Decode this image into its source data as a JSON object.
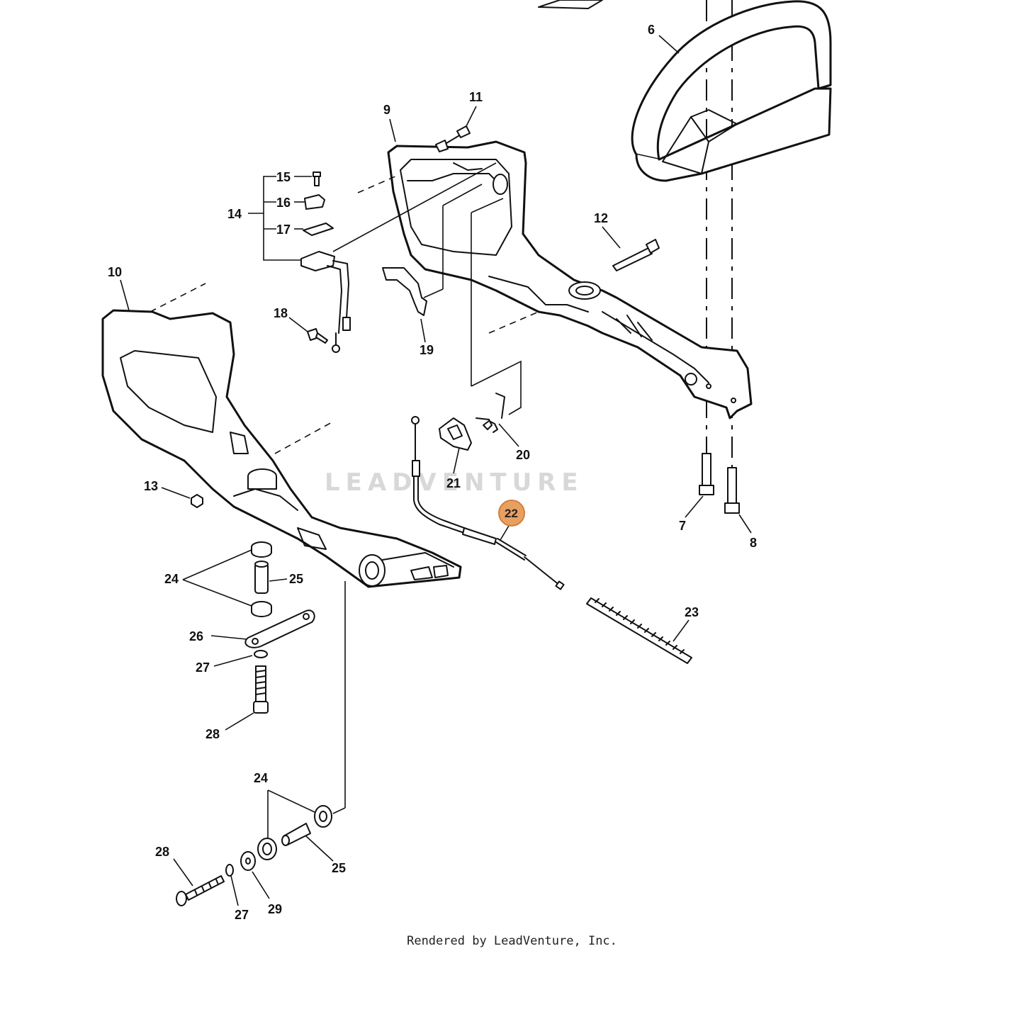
{
  "callouts": {
    "c6": "6",
    "c7": "7",
    "c8": "8",
    "c9": "9",
    "c10": "10",
    "c11": "11",
    "c12": "12",
    "c13": "13",
    "c14": "14",
    "c15": "15",
    "c16": "16",
    "c17": "17",
    "c18": "18",
    "c19": "19",
    "c20": "20",
    "c21": "21",
    "c22": "22",
    "c23": "23",
    "c24a": "24",
    "c24b": "24",
    "c25a": "25",
    "c25b": "25",
    "c26": "26",
    "c27a": "27",
    "c27b": "27",
    "c28a": "28",
    "c28b": "28",
    "c29": "29"
  },
  "highlight": {
    "part": "22",
    "color": "#e8a060"
  },
  "watermark": "LEADVENTURE",
  "credit": "Rendered by LeadVenture, Inc."
}
